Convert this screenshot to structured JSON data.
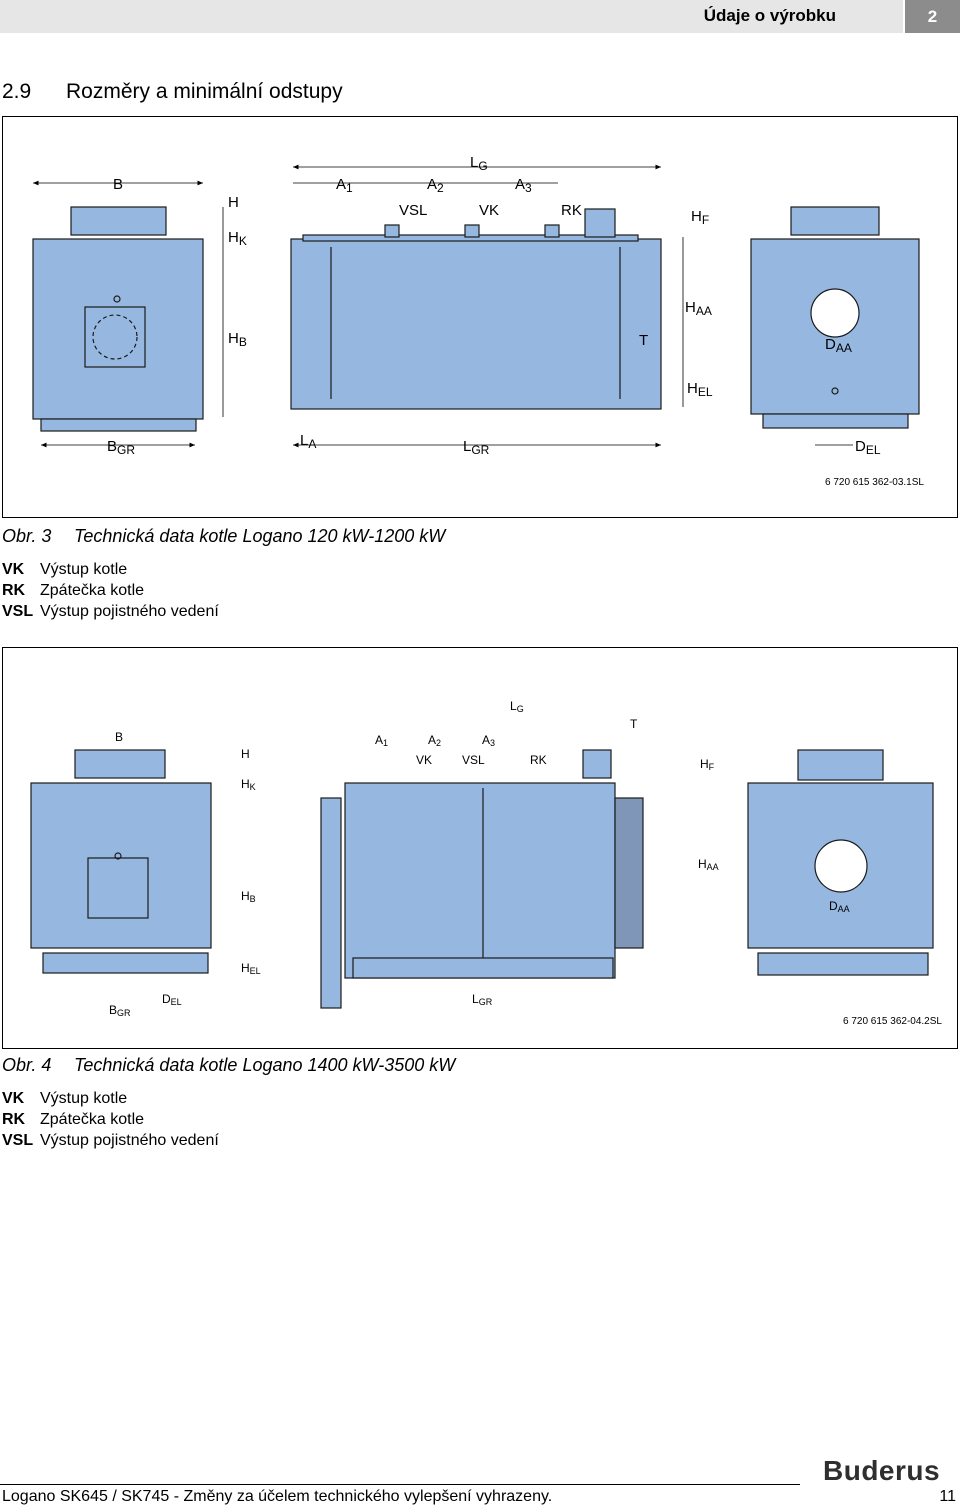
{
  "header": {
    "title": "Údaje o výrobku",
    "chapter": "2"
  },
  "section": {
    "number": "2.9",
    "title": "Rozměry a minimální odstupy"
  },
  "figure1": {
    "labels": {
      "B": "B",
      "H": "H",
      "HK": "H",
      "HK_sub": "K",
      "LG": "L",
      "LG_sub": "G",
      "A1": "A",
      "A1_sub": "1",
      "A2": "A",
      "A2_sub": "2",
      "A3": "A",
      "A3_sub": "3",
      "VSL": "VSL",
      "VK": "VK",
      "RK": "RK",
      "HF": "H",
      "HF_sub": "F",
      "HAA": "H",
      "HAA_sub": "AA",
      "HB": "H",
      "HB_sub": "B",
      "T": "T",
      "DAA": "D",
      "DAA_sub": "AA",
      "HEL": "H",
      "HEL_sub": "EL",
      "BGR": "B",
      "BGR_sub": "GR",
      "LA": "L",
      "LA_sub": "A",
      "LGR": "L",
      "LGR_sub": "GR",
      "DEL": "D",
      "DEL_sub": "EL"
    },
    "code": "6 720 615 362-03.1SL",
    "caption_num": "Obr. 3",
    "caption_text": "Technická data kotle Logano 120 kW-1200 kW"
  },
  "legend1": [
    {
      "abbr": "VK",
      "text": "Výstup kotle"
    },
    {
      "abbr": "RK",
      "text": "Zpátečka kotle"
    },
    {
      "abbr": "VSL",
      "text": "Výstup pojistného vedení"
    }
  ],
  "figure2": {
    "labels": {
      "B": "B",
      "H": "H",
      "HK": "H",
      "HK_sub": "K",
      "LG": "L",
      "LG_sub": "G",
      "T": "T",
      "A1": "A",
      "A1_sub": "1",
      "A2": "A",
      "A2_sub": "2",
      "A3": "A",
      "A3_sub": "3",
      "VK": "VK",
      "VSL": "VSL",
      "RK": "RK",
      "HF": "H",
      "HF_sub": "F",
      "HAA": "H",
      "HAA_sub": "AA",
      "HB": "H",
      "HB_sub": "B",
      "DAA": "D",
      "DAA_sub": "AA",
      "HEL": "H",
      "HEL_sub": "EL",
      "BGR": "B",
      "BGR_sub": "GR",
      "DEL": "D",
      "DEL_sub": "EL",
      "LGR": "L",
      "LGR_sub": "GR"
    },
    "code": "6 720 615 362-04.2SL",
    "caption_num": "Obr. 4",
    "caption_text": "Technická data kotle Logano 1400 kW-3500 kW"
  },
  "legend2": [
    {
      "abbr": "VK",
      "text": "Výstup kotle"
    },
    {
      "abbr": "RK",
      "text": "Zpátečka kotle"
    },
    {
      "abbr": "VSL",
      "text": "Výstup pojistného vedení"
    }
  ],
  "footer": {
    "text": "Logano SK645 / SK745 - Změny za účelem technického vylepšení vyhrazeny.",
    "page": "11",
    "logo": "Buderus"
  },
  "colors": {
    "boiler": "#96b8e0",
    "outline": "#1a1a1a",
    "header_bar": "#e6e6e6",
    "chapter_box": "#8c8c8c"
  }
}
